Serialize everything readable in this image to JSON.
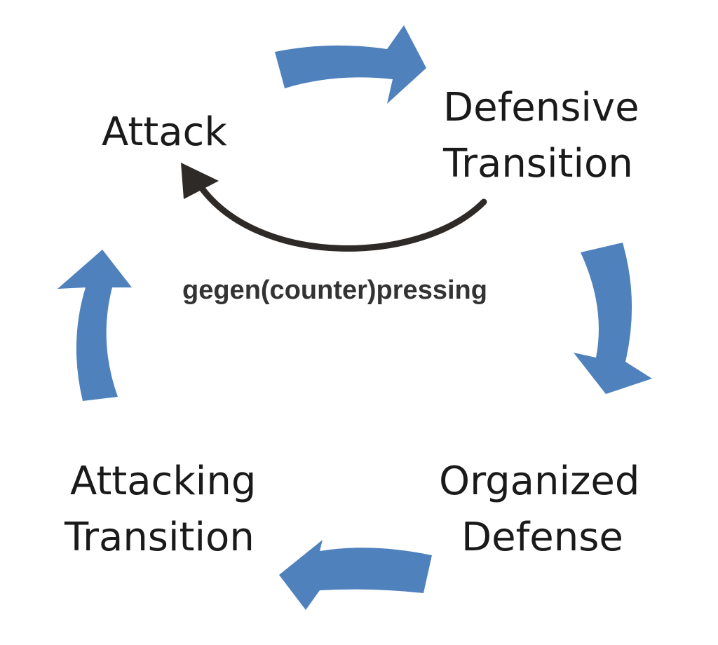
{
  "diagram": {
    "stages": {
      "attack": "Attack",
      "defensive_transition_line1": "Defensive",
      "defensive_transition_line2": "Transition",
      "organized_defense_line1": "Organized",
      "organized_defense_line2": "Defense",
      "attacking_transition_line1": "Attacking",
      "attacking_transition_line2": "Transition"
    },
    "shortcut_label": "gegen(counter)pressing"
  },
  "colors": {
    "cycle_arrow": "#4f81bd",
    "shortcut_arrow": "#2e2a28",
    "text": "#1a1a1a"
  },
  "icons": [
    "curved-arrow-icon",
    "curved-arrow-icon",
    "curved-arrow-icon",
    "curved-arrow-icon",
    "curved-arrow-icon"
  ]
}
